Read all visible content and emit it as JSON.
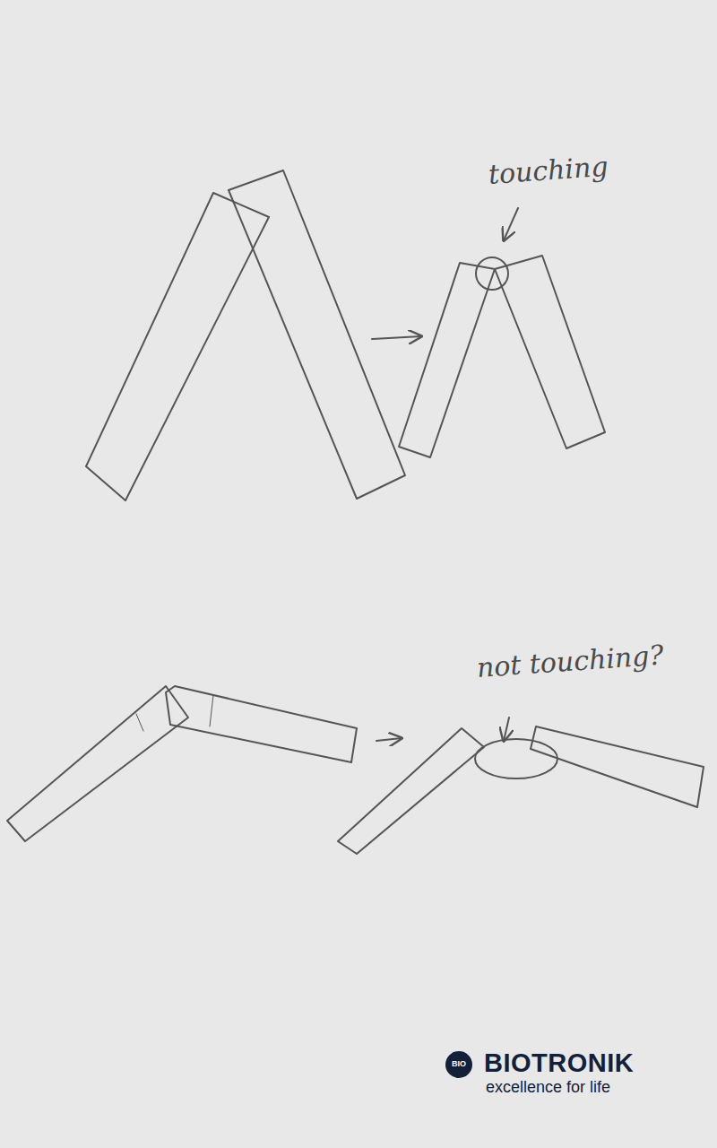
{
  "diagram": {
    "labels": [
      "touching",
      "not touching?",
      "BIO",
      "BIOTRONIK",
      "excellence for life"
    ]
  }
}
